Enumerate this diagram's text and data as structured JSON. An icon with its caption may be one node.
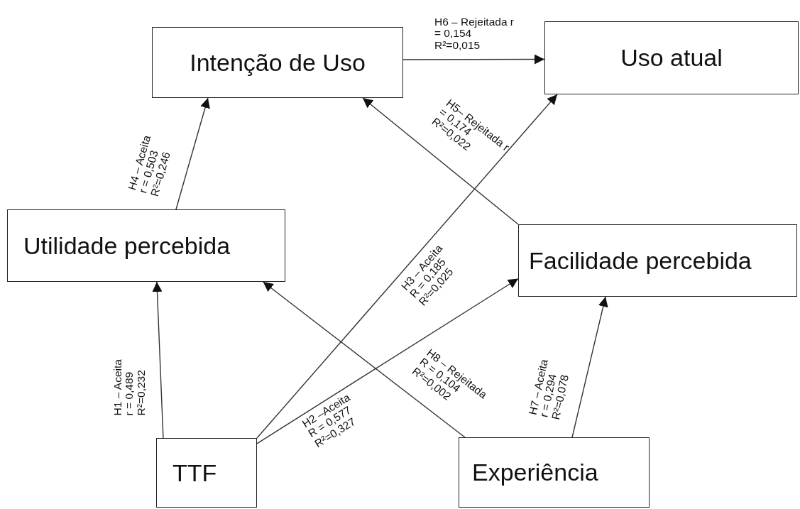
{
  "diagram": {
    "nodes": [
      {
        "text": [
          "Intenção de Uso"
        ]
      },
      {
        "text": [
          "Uso atual"
        ]
      },
      {
        "text": [
          "Utilidade percebida"
        ]
      },
      {
        "text": [
          "Facilidade percebida"
        ]
      },
      {
        "text": [
          "TTF"
        ]
      },
      {
        "text": [
          "Experiência"
        ]
      }
    ],
    "edges": [
      {
        "from": 0,
        "to": 1,
        "arrow": "to",
        "label": "H6 – Rejeitada r = 0,154 R²=0,015"
      },
      {
        "from": 2,
        "to": 0,
        "arrow": "to",
        "label": "H4 – Aceita r = 0,503 R²=0,246"
      },
      {
        "from": 3,
        "to": 0,
        "arrow": "to",
        "label": "H5– Rejeitada r = 0,174 R²=0,022"
      },
      {
        "from": 4,
        "to": 1,
        "arrow": "to",
        "label": "H3 – Aceita R = 0,185 R²=0,025"
      },
      {
        "from": 4,
        "to": 3,
        "arrow": "to",
        "label": "H2 –Aceita R = 0,577 R²=0,327"
      },
      {
        "from": 4,
        "to": 2,
        "arrow": "to",
        "label": "H1 – Aceita r = 0,489 R²=0,232"
      },
      {
        "from": 5,
        "to": 2,
        "arrow": "to",
        "label": "H8 – Rejeitada R = 0,104 R²=0,002"
      },
      {
        "from": 5,
        "to": 3,
        "arrow": "to",
        "label": "H7 – Aceita r = 0,294 R²=0,078"
      }
    ]
  }
}
